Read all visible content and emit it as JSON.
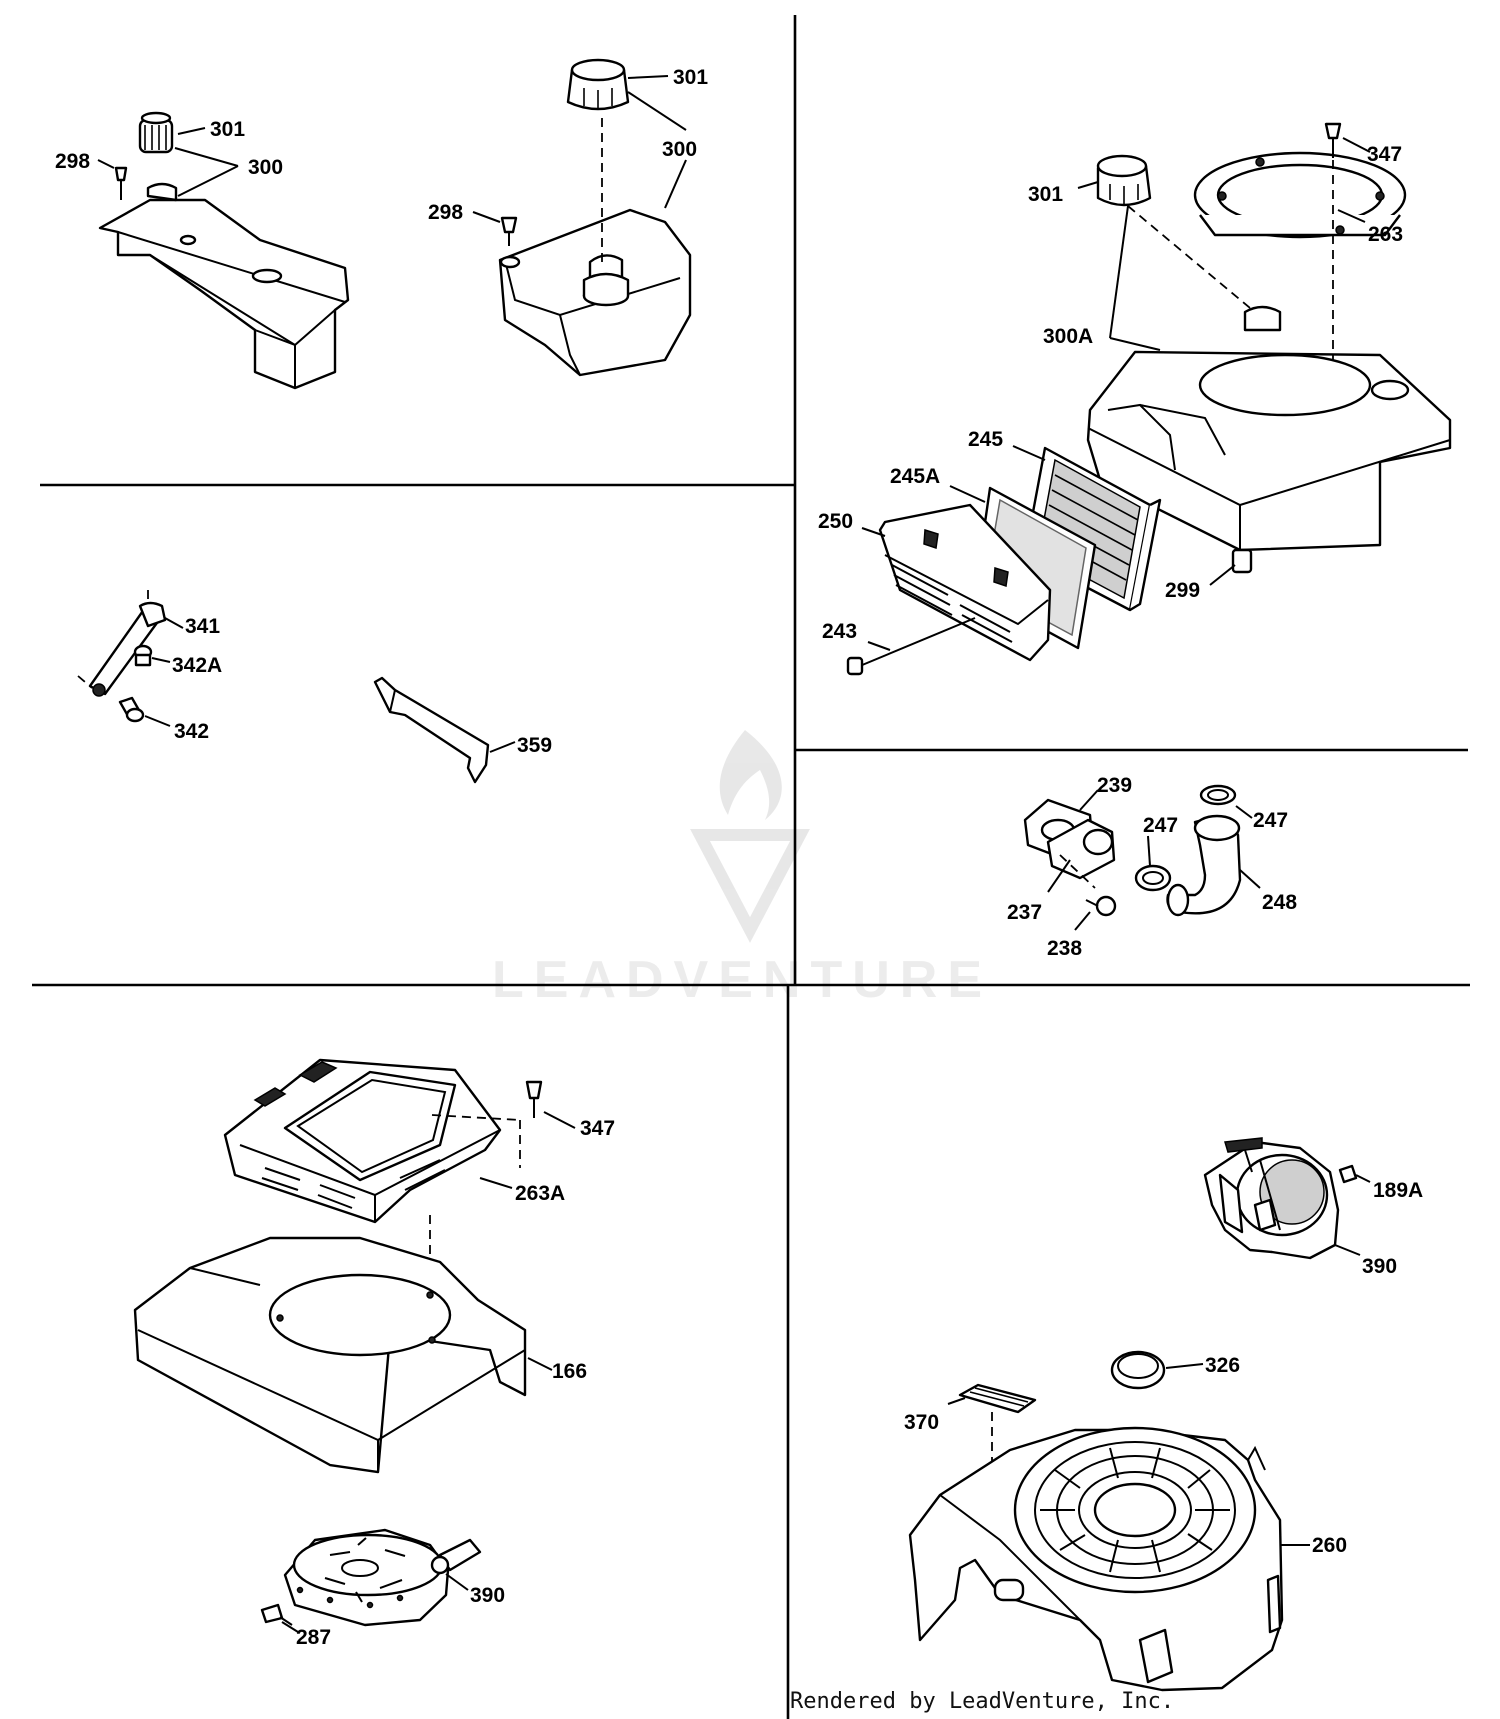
{
  "diagram": {
    "watermark_text": "LEADVENTURE",
    "footer": "Rendered by LeadVenture, Inc.",
    "labels": {
      "p298a": "298",
      "p301a": "301",
      "p300a": "300",
      "p301b": "301",
      "p300b": "300",
      "p298b": "298",
      "p347a": "347",
      "p301c": "301",
      "p263": "263",
      "p300A": "300A",
      "p245": "245",
      "p245A": "245A",
      "p250": "250",
      "p299": "299",
      "p243": "243",
      "p341": "341",
      "p342A": "342A",
      "p342": "342",
      "p359": "359",
      "p239": "239",
      "p247a": "247",
      "p247b": "247",
      "p237": "237",
      "p248": "248",
      "p238": "238",
      "p347b": "347",
      "p263A": "263A",
      "p166": "166",
      "p390a": "390",
      "p287": "287",
      "p189A": "189A",
      "p390b": "390",
      "p326": "326",
      "p370": "370",
      "p260": "260"
    }
  }
}
